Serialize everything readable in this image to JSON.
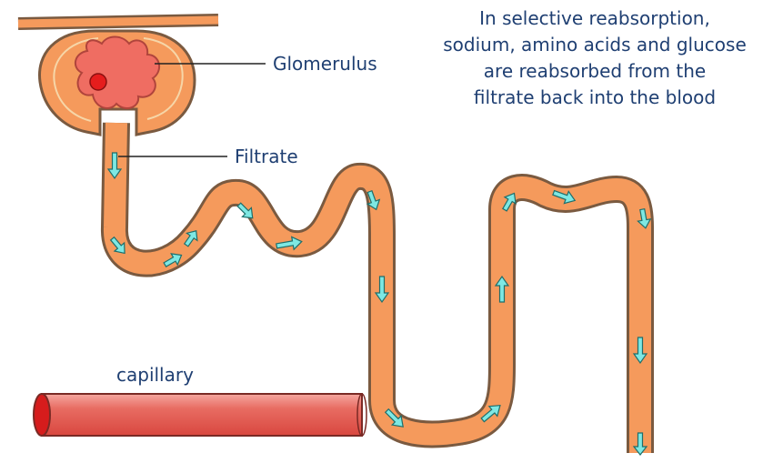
{
  "labels": {
    "glomerulus": "Glomerulus",
    "filtrate": "Filtrate",
    "capillary": "capillary"
  },
  "caption": [
    "In selective reabsorption,",
    "sodium, amino acids and glucose",
    "are reabsorbed from the",
    "filtrate back into the blood"
  ],
  "colors": {
    "tubule": "#f59a5c",
    "tubule_outline": "#7a5a40",
    "glomerulus": "#ef6d62",
    "blood_vessel": "#e53939",
    "flow_arrow": "#7ee8e3",
    "label_text": "#1f3f72"
  },
  "icons": {
    "flow": "arrow-icon",
    "blood": "blood-cell-icon"
  }
}
